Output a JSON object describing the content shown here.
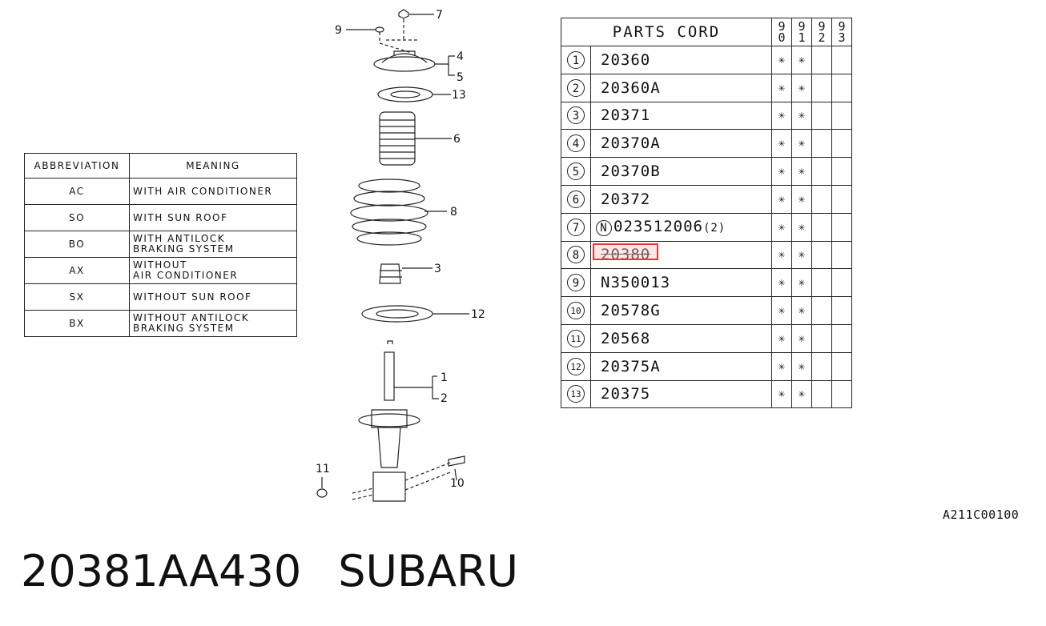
{
  "abbreviations": {
    "header_abbr": "ABBREVIATION",
    "header_meaning": "MEANING",
    "rows": [
      {
        "abbr": "AC",
        "meaning": [
          "WITH AIR CONDITIONER"
        ]
      },
      {
        "abbr": "SO",
        "meaning": [
          "WITH SUN ROOF"
        ]
      },
      {
        "abbr": "BO",
        "meaning": [
          "WITH ANTILOCK",
          "BRAKING SYSTEM"
        ]
      },
      {
        "abbr": "AX",
        "meaning": [
          "WITHOUT",
          "AIR CONDITIONER"
        ]
      },
      {
        "abbr": "SX",
        "meaning": [
          "WITHOUT SUN ROOF"
        ]
      },
      {
        "abbr": "BX",
        "meaning": [
          "WITHOUT ANTILOCK",
          "BRAKING SYSTEM"
        ]
      }
    ]
  },
  "parts_table": {
    "header": "PARTS CORD",
    "years": [
      [
        "9",
        "0"
      ],
      [
        "9",
        "1"
      ],
      [
        "9",
        "2"
      ],
      [
        "9",
        "3"
      ]
    ],
    "mark": "✳",
    "rows": [
      {
        "num": "1",
        "code": "20360",
        "marks": [
          "✳",
          "✳",
          "",
          ""
        ]
      },
      {
        "num": "2",
        "code": "20360A",
        "marks": [
          "✳",
          "✳",
          "",
          ""
        ]
      },
      {
        "num": "3",
        "code": "20371",
        "marks": [
          "✳",
          "✳",
          "",
          ""
        ]
      },
      {
        "num": "4",
        "code": "20370A",
        "marks": [
          "✳",
          "✳",
          "",
          ""
        ]
      },
      {
        "num": "5",
        "code": "20370B",
        "marks": [
          "✳",
          "✳",
          "",
          ""
        ]
      },
      {
        "num": "6",
        "code": "20372",
        "marks": [
          "✳",
          "✳",
          "",
          ""
        ]
      },
      {
        "num": "7",
        "prefix": "N",
        "code": "023512006",
        "qty": "(2)",
        "marks": [
          "✳",
          "✳",
          "",
          ""
        ]
      },
      {
        "num": "8",
        "code": "20380",
        "highlighted": true,
        "marks": [
          "✳",
          "✳",
          "",
          ""
        ]
      },
      {
        "num": "9",
        "code": "N350013",
        "marks": [
          "✳",
          "✳",
          "",
          ""
        ]
      },
      {
        "num": "10",
        "code": "20578G",
        "marks": [
          "✳",
          "✳",
          "",
          ""
        ]
      },
      {
        "num": "11",
        "code": "20568",
        "marks": [
          "✳",
          "✳",
          "",
          ""
        ]
      },
      {
        "num": "12",
        "code": "20375A",
        "marks": [
          "✳",
          "✳",
          "",
          ""
        ]
      },
      {
        "num": "13",
        "code": "20375",
        "marks": [
          "✳",
          "✳",
          "",
          ""
        ]
      }
    ]
  },
  "diagram": {
    "callouts": [
      "7",
      "9",
      "4",
      "5",
      "13",
      "6",
      "8",
      "3",
      "12",
      "1",
      "2",
      "11",
      "10"
    ]
  },
  "catalog_code": "A211C00100",
  "footer": {
    "part_number": "20381AA430",
    "brand": "SUBARU"
  },
  "colors": {
    "line": "#222222",
    "highlight": "#e53935"
  }
}
